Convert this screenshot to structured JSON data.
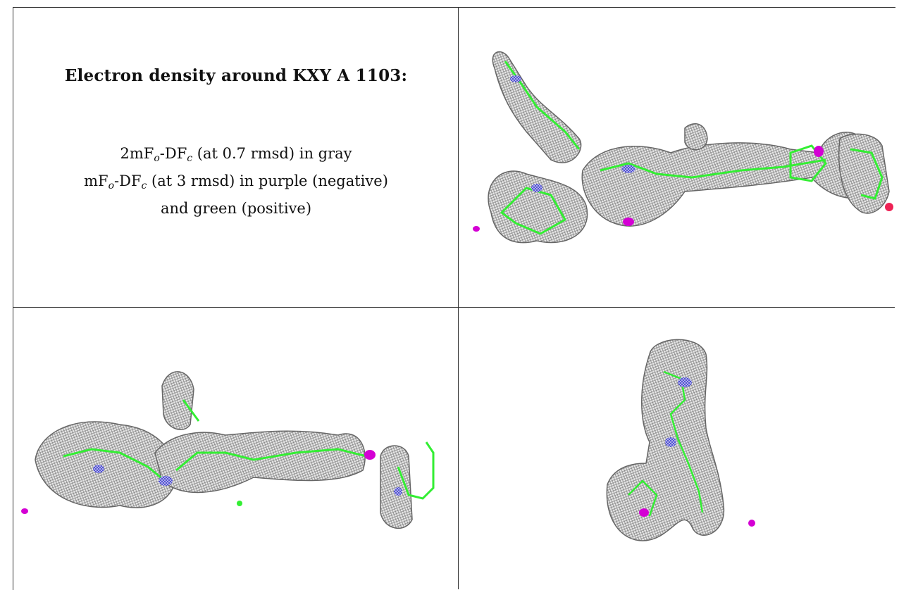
{
  "panel_text": {
    "title": "Electron density around KXY A 1103:",
    "line1": {
      "pre": "2mF",
      "sub1": "o",
      "mid": "-DF",
      "sub2": "c",
      "post": " (at 0.7 rmsd) in gray"
    },
    "line2": {
      "pre": "mF",
      "sub1": "o",
      "mid": "-DF",
      "sub2": "c",
      "post": " (at 3 rmsd) in purple (negative)"
    },
    "line3": "and green (positive)"
  },
  "images": [
    {
      "view": "top-right",
      "description_icon": "electron-density-view-1"
    },
    {
      "view": "bottom-left",
      "description_icon": "electron-density-view-2"
    },
    {
      "view": "bottom-right",
      "description_icon": "electron-density-view-3"
    }
  ],
  "colors": {
    "mesh": "#8a8a8a",
    "mesh_fill": "#dcdcdc",
    "model": "#33ee33",
    "negative": "#d400d4",
    "nitrogen": "#3a3ad0",
    "oxygen": "#ee2255"
  }
}
